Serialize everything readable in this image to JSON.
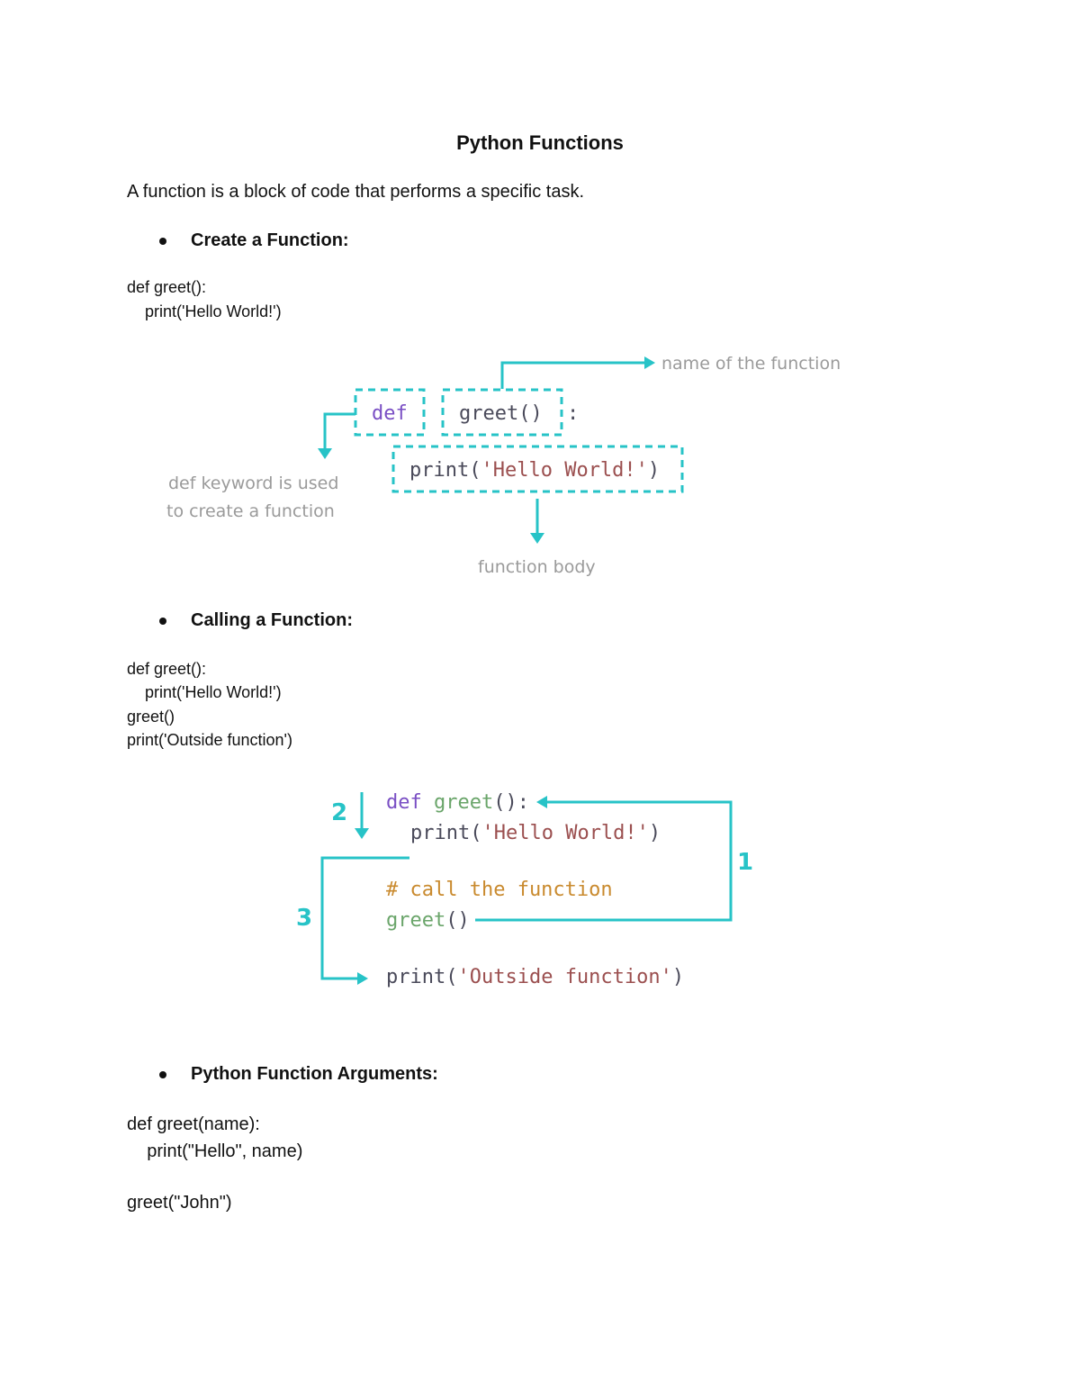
{
  "doc": {
    "title": "Python Functions",
    "intro": "A function is a block of code that performs a specific task.",
    "sections": [
      {
        "heading": "Create a Function:",
        "code": [
          "def greet():",
          "    print('Hello World!')"
        ]
      },
      {
        "heading": "Calling a Function:",
        "code": [
          "def greet():",
          "    print('Hello World!')",
          "greet()",
          "print('Outside function')"
        ]
      },
      {
        "heading": "Python Function Arguments:",
        "code": [
          "def greet(name):",
          "    print(\"Hello\", name)",
          "",
          "greet(\"John\")"
        ]
      }
    ]
  },
  "diagram1": {
    "def_kw": "def",
    "fn_sig": "greet()",
    "colon": ":",
    "body_print": "print(",
    "body_string": "'Hello World!'",
    "body_close": ")",
    "label_name": "name of the function",
    "label_def_line1": "def keyword is used",
    "label_def_line2": "to create a function",
    "label_body": "function body"
  },
  "diagram2": {
    "def_kw": "def",
    "fn_name": "greet",
    "fn_parens": "():",
    "print_kw": "print(",
    "print_str": "'Hello World!'",
    "print_close": ")",
    "comment": "# call the function",
    "call_name": "greet",
    "call_parens": "()",
    "print2_kw": "print(",
    "print2_str": "'Outside function'",
    "print2_close": ")",
    "step1": "1",
    "step2": "2",
    "step3": "3"
  },
  "colors": {
    "teal": "#27c3c7",
    "purple": "#7a4fc4",
    "green": "#6aa56a",
    "maroon": "#9b4f4f",
    "code_dark": "#4a4a5a",
    "label_gray": "#9a9a9a",
    "comment_orange": "#c98a2e"
  }
}
